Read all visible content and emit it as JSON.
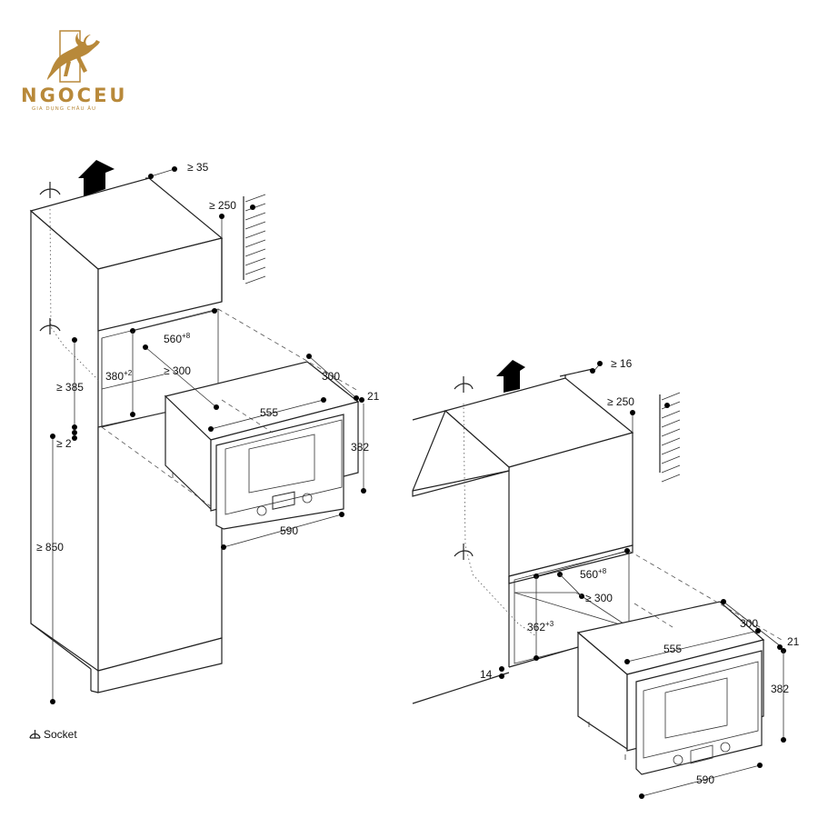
{
  "brand": {
    "name": "NGOCEU",
    "tagline": "GIA DỤNG CHÂU ÂU",
    "color": "#b8893a"
  },
  "legend": {
    "socket_symbol": "socket-icon",
    "socket_label": "Socket"
  },
  "left_diagram": {
    "top_gap": "≥ 35",
    "wall_gap": "≥ 250",
    "niche_width": "560",
    "niche_width_tol": "+8",
    "niche_height": "380",
    "niche_height_tol": "+2",
    "niche_depth": "≥ 300",
    "shelf_height": "≥ 385",
    "bottom_gap": "≥ 2",
    "floor_height": "≥ 850",
    "appliance_depth": "300",
    "front_thickness": "21",
    "body_width": "555",
    "appliance_height": "382",
    "front_width": "590"
  },
  "right_diagram": {
    "top_gap": "≥ 16",
    "wall_gap": "≥ 250",
    "niche_width": "560",
    "niche_width_tol": "+8",
    "niche_depth": "≥ 300",
    "niche_height": "362",
    "niche_height_tol": "+3",
    "bottom_gap": "14",
    "appliance_depth": "300",
    "front_thickness": "21",
    "body_width": "555",
    "appliance_height": "382",
    "front_width": "590"
  }
}
